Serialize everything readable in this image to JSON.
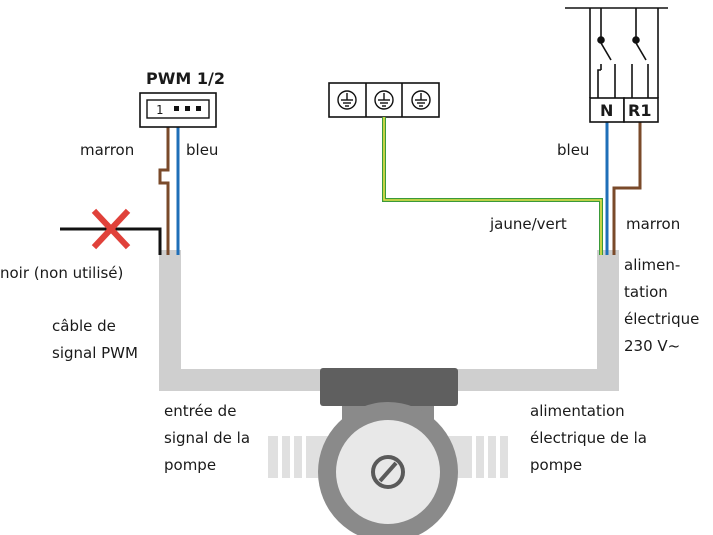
{
  "connector": {
    "title": "PWM 1/2",
    "pin_label": "1"
  },
  "relay": {
    "terminal_n": "N",
    "terminal_r1": "R1"
  },
  "labels": {
    "marron_left": "marron",
    "bleu_left": "bleu",
    "bleu_right": "bleu",
    "marron_right": "marron",
    "jaune_vert": "jaune/vert",
    "noir": "noir (non utilisé)",
    "cable_signal": [
      "câble de",
      "signal PWM"
    ],
    "entree_signal": [
      "entrée de",
      "signal de la",
      "pompe"
    ],
    "alim_electrique": [
      "alimen-",
      "tation",
      "électrique",
      "230 V~"
    ],
    "alim_pompe": [
      "alimentation",
      "électrique de la",
      "pompe"
    ]
  },
  "colors": {
    "brown": "#7a4a2a",
    "blue": "#1f6fb8",
    "yellow": "#e8e24a",
    "green": "#3a9a3a",
    "black": "#111111",
    "cable_gray": "#cfcfcf",
    "cross_red": "#e0413a",
    "pump_dark": "#5a5a5a",
    "pump_mid": "#8a8a8a",
    "pump_light": "#d8d8d8"
  },
  "icons": [
    "ground-symbol-icon",
    "switch-contact-icon",
    "x-mark-icon",
    "slot-screw-icon"
  ]
}
